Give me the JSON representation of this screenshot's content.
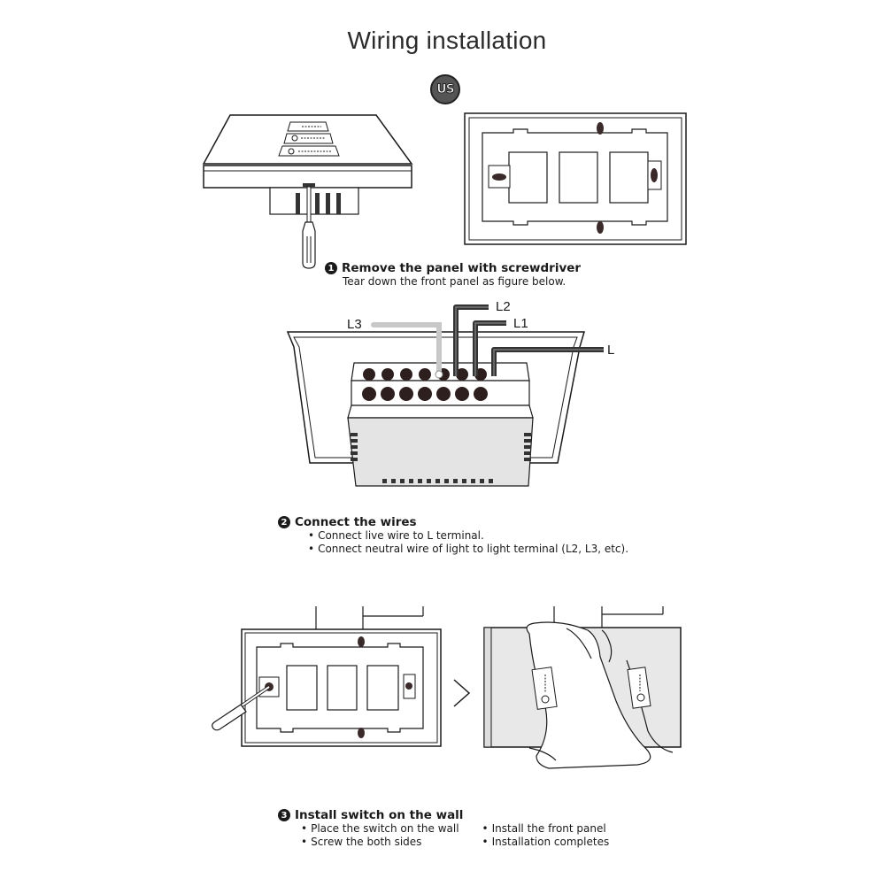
{
  "header": {
    "title": "Wiring installation",
    "region_badge": "US"
  },
  "steps": [
    {
      "number": "1",
      "title": "Remove the panel with screwdriver",
      "description": "Tear down the front panel as figure below."
    },
    {
      "number": "2",
      "title": "Connect the wires",
      "bullets": [
        "Connect live wire to L terminal.",
        "Connect neutral wire of light to light terminal (L2, L3, etc)."
      ]
    },
    {
      "number": "3",
      "title": "Install switch on the wall",
      "bullets_left": [
        "Place the switch on the wall",
        "Screw the both sides"
      ],
      "bullets_right": [
        "Install the front panel",
        "Installation completes"
      ]
    }
  ],
  "wiring_diagram": {
    "labels": [
      "L3",
      "L2",
      "L1",
      "L"
    ]
  },
  "colors": {
    "ink": "#1a1a1a",
    "wire_dark": "#333333",
    "wire_light": "#c8c8c8",
    "module_fill": "#e4e4e4",
    "badge": "#555555"
  }
}
